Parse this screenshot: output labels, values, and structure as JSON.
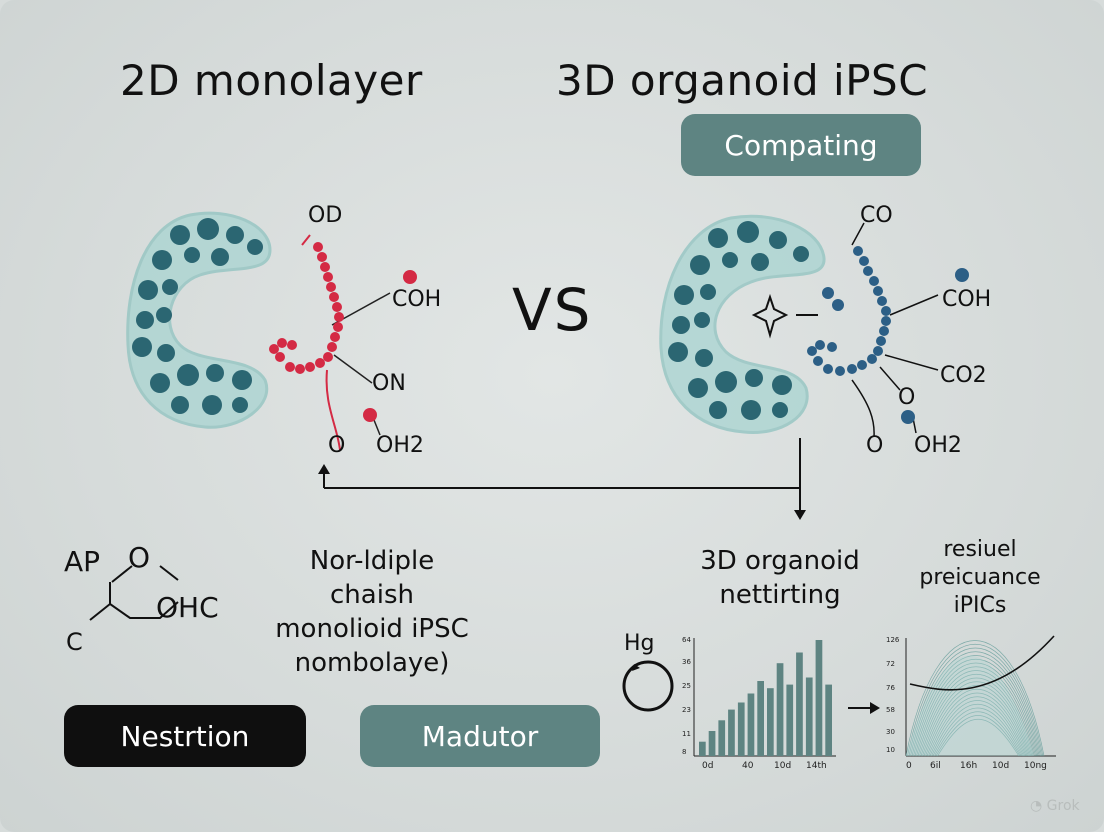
{
  "titles": {
    "left": "2D monolayer",
    "right": "3D organoid iPSC",
    "vs": "VS"
  },
  "top_pill": {
    "label": "Compating"
  },
  "left_molecule": {
    "labels": [
      "OD",
      "COH",
      "ON",
      "O",
      "OH2"
    ]
  },
  "right_molecule": {
    "labels": [
      "CO",
      "COH",
      "CO2",
      "O",
      "O",
      "OH2"
    ]
  },
  "ring": {
    "ap": "AP",
    "o_top": "O",
    "oh": "OHC",
    "c": "C"
  },
  "middle_text": {
    "lines": [
      "Nor-ldiple",
      "chaish",
      "monolioid iPSC",
      "nombolaye)"
    ]
  },
  "right_text": {
    "lines": [
      "3D organoid",
      "nettirting"
    ]
  },
  "far_right_text": {
    "lines": [
      "resiuel",
      "preicuance",
      "iPICs"
    ]
  },
  "buttons": {
    "left": "Nestrtion",
    "right": "Madutor"
  },
  "hg_label": "Hg",
  "bar_chart": {
    "y_ticks": [
      "64",
      "36",
      "25",
      "23",
      "11",
      "8"
    ],
    "x_ticks": [
      "0d",
      "40",
      "10d",
      "14th"
    ],
    "values": [
      8,
      14,
      20,
      26,
      30,
      35,
      42,
      38,
      52,
      40,
      58,
      44,
      65,
      40
    ]
  },
  "curve_chart": {
    "y_ticks": [
      "126",
      "72",
      "76",
      "58",
      "30",
      "10"
    ],
    "x_ticks": [
      "0",
      "6il",
      "16h",
      "10d",
      "10ng"
    ]
  },
  "watermark": "Grok",
  "colors": {
    "teal": "#5e8482",
    "red": "#d42a44",
    "blue": "#2c5f86",
    "cell": "#2f6f7a"
  }
}
